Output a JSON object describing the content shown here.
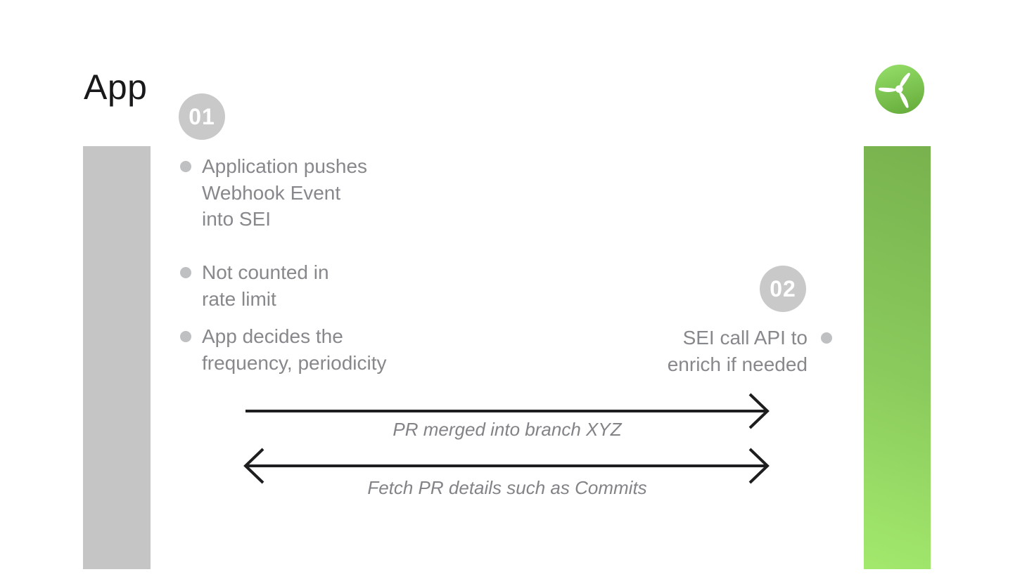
{
  "title": "App",
  "logo": {
    "name": "propeller-logo",
    "color_top": "#93dc66",
    "color_bottom": "#68ae3e"
  },
  "steps": [
    {
      "number": "01",
      "bullets": [
        {
          "lines": [
            "Application pushes",
            "Webhook Event",
            "into SEI"
          ]
        },
        {
          "lines": [
            "Not counted in",
            "rate limit"
          ]
        },
        {
          "lines": [
            "App decides the",
            "frequency, periodicity"
          ]
        }
      ]
    },
    {
      "number": "02",
      "bullets": [
        {
          "lines": [
            "SEI call API to",
            "enrich if needed"
          ]
        }
      ]
    }
  ],
  "arrows": [
    {
      "label": "PR merged into branch XYZ",
      "direction": "left-to-right"
    },
    {
      "label": "Fetch PR details such as Commits",
      "direction": "bidirectional"
    }
  ],
  "colors": {
    "neutral_bar": "#c5c5c6",
    "green_gradient_top": "#78b24e",
    "green_gradient_bottom": "#a3e96d",
    "step_circle": "#c9c9ca",
    "body_text": "#87888c",
    "arrow": "#1e1e20"
  }
}
